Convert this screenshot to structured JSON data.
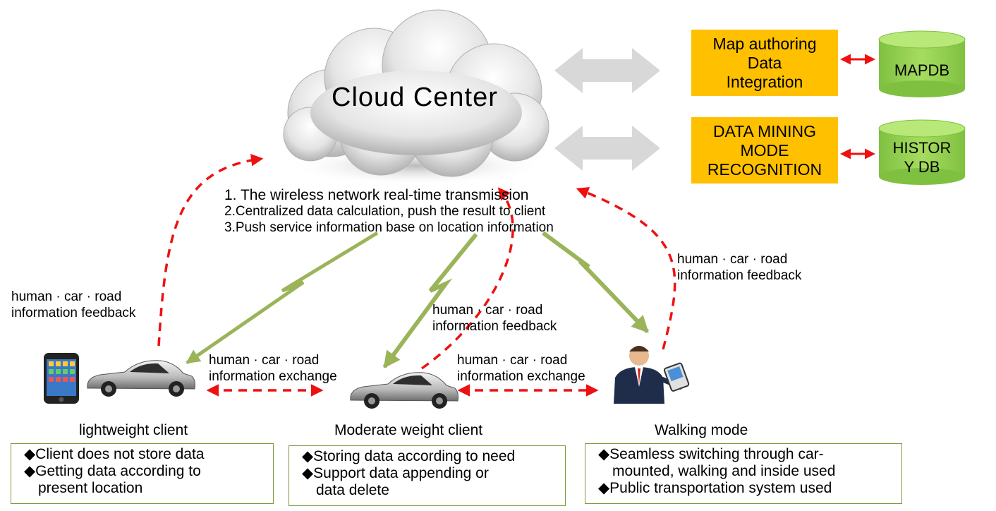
{
  "cloud": {
    "title": "Cloud   Center"
  },
  "notes": [
    "1. The wireless network real-time transmission",
    "2.Centralized data calculation, push the result to client",
    "3.Push service information base on location information"
  ],
  "server": {
    "box1": [
      "Map authoring",
      "Data",
      "Integration"
    ],
    "box2": [
      "DATA MINING",
      "MODE",
      "RECOGNITION"
    ],
    "db1": [
      "MAPDB"
    ],
    "db2": [
      "HISTOR",
      "Y DB"
    ]
  },
  "labels": {
    "feedback_left": [
      "human · car · road",
      "information feedback"
    ],
    "feedback_mid": [
      "human · car · road",
      "information feedback"
    ],
    "feedback_right": [
      "human · car · road",
      "information feedback"
    ],
    "exchange_left": [
      "human · car · road",
      "information exchange"
    ],
    "exchange_right": [
      "human · car · road",
      "information exchange"
    ]
  },
  "clients": [
    {
      "title": "lightweight client",
      "features": [
        "◆Client does not store data",
        "◆Getting data according to",
        "  present location"
      ]
    },
    {
      "title": "Moderate weight client",
      "features": [
        "◆Storing data according to need",
        "◆Support data appending or",
        "  data delete"
      ]
    },
    {
      "title": "Walking mode",
      "features": [
        "◆Seamless switching through car-",
        "  mounted, walking and inside used",
        "◆Public transportation system used"
      ]
    }
  ],
  "colors": {
    "dashed_arrow": "#ee1111",
    "signal_arrow": "#9bb45a",
    "orange_box": "#ffc000",
    "db_green": "#92d050",
    "panel": "#ffffc0",
    "feature_border": "#7a9a3a"
  }
}
